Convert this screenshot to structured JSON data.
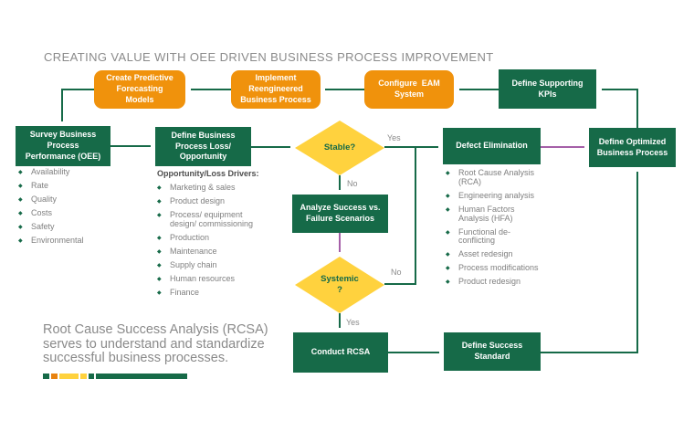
{
  "title": "CREATING VALUE WITH OEE DRIVEN BUSINESS PROCESS IMPROVEMENT",
  "colors": {
    "green": "#166A48",
    "orange": "#F0920C",
    "yellow": "#FFD23E",
    "purple": "#A55FA8",
    "gray": "#8A8A8A",
    "listgray": "#7F7F7F",
    "headergray": "#4D4D4D"
  },
  "nodes": {
    "create_models": "Create Predictive\nForecasting\nModels",
    "implement_process": "Implement\nReengineered\nBusiness Process",
    "configure_eam": "Configure  EAM\nSystem",
    "define_kpis": "Define Supporting\nKPIs",
    "survey_oee": "Survey Business\nProcess\nPerformance (OEE)",
    "define_loss": "Define Business\nProcess Loss/\nOpportunity",
    "stable": "Stable?",
    "defect_elimination": "Defect Elimination",
    "define_optimized": "Define Optimized\nBusiness Process",
    "analyze_success": "Analyze Success vs.\nFailure Scenarios",
    "systemic": "Systemic\n?",
    "conduct_rcsa": "Conduct RCSA",
    "define_success": "Define Success\nStandard"
  },
  "edge_labels": {
    "stable_yes": "Yes",
    "stable_no": "No",
    "systemic_no": "No",
    "systemic_yes": "Yes"
  },
  "oee_list": {
    "items": [
      "Availability",
      "Rate",
      "Quality",
      "Costs",
      "Safety",
      "Environmental"
    ]
  },
  "drivers_list": {
    "header": "Opportunity/Loss Drivers:",
    "items": [
      "Marketing & sales",
      "Product design",
      "Process/ equipment\ndesign/ commissioning",
      "Production",
      "Maintenance",
      "Supply chain",
      "Human resources",
      "Finance"
    ]
  },
  "defect_list": {
    "items": [
      "Root Cause Analysis\n(RCA)",
      "Engineering analysis",
      "Human Factors\nAnalysis (HFA)",
      "Functional de-\nconflicting",
      "Asset redesign",
      "Process modifications",
      "Product redesign"
    ]
  },
  "caption": "Root Cause Success Analysis (RCSA)\nserves to understand and standardize\nsuccessful business processes.",
  "legend_bar": {
    "segments": [
      {
        "color": "#166A48",
        "width": 7
      },
      {
        "color": "#E8820F",
        "width": 7
      },
      {
        "color": "#FFD23E",
        "width": 21
      },
      {
        "color": "#FFD23E",
        "width": 7
      },
      {
        "color": "#166A48",
        "width": 6
      },
      {
        "color": "#166A48",
        "width": 100
      }
    ]
  }
}
